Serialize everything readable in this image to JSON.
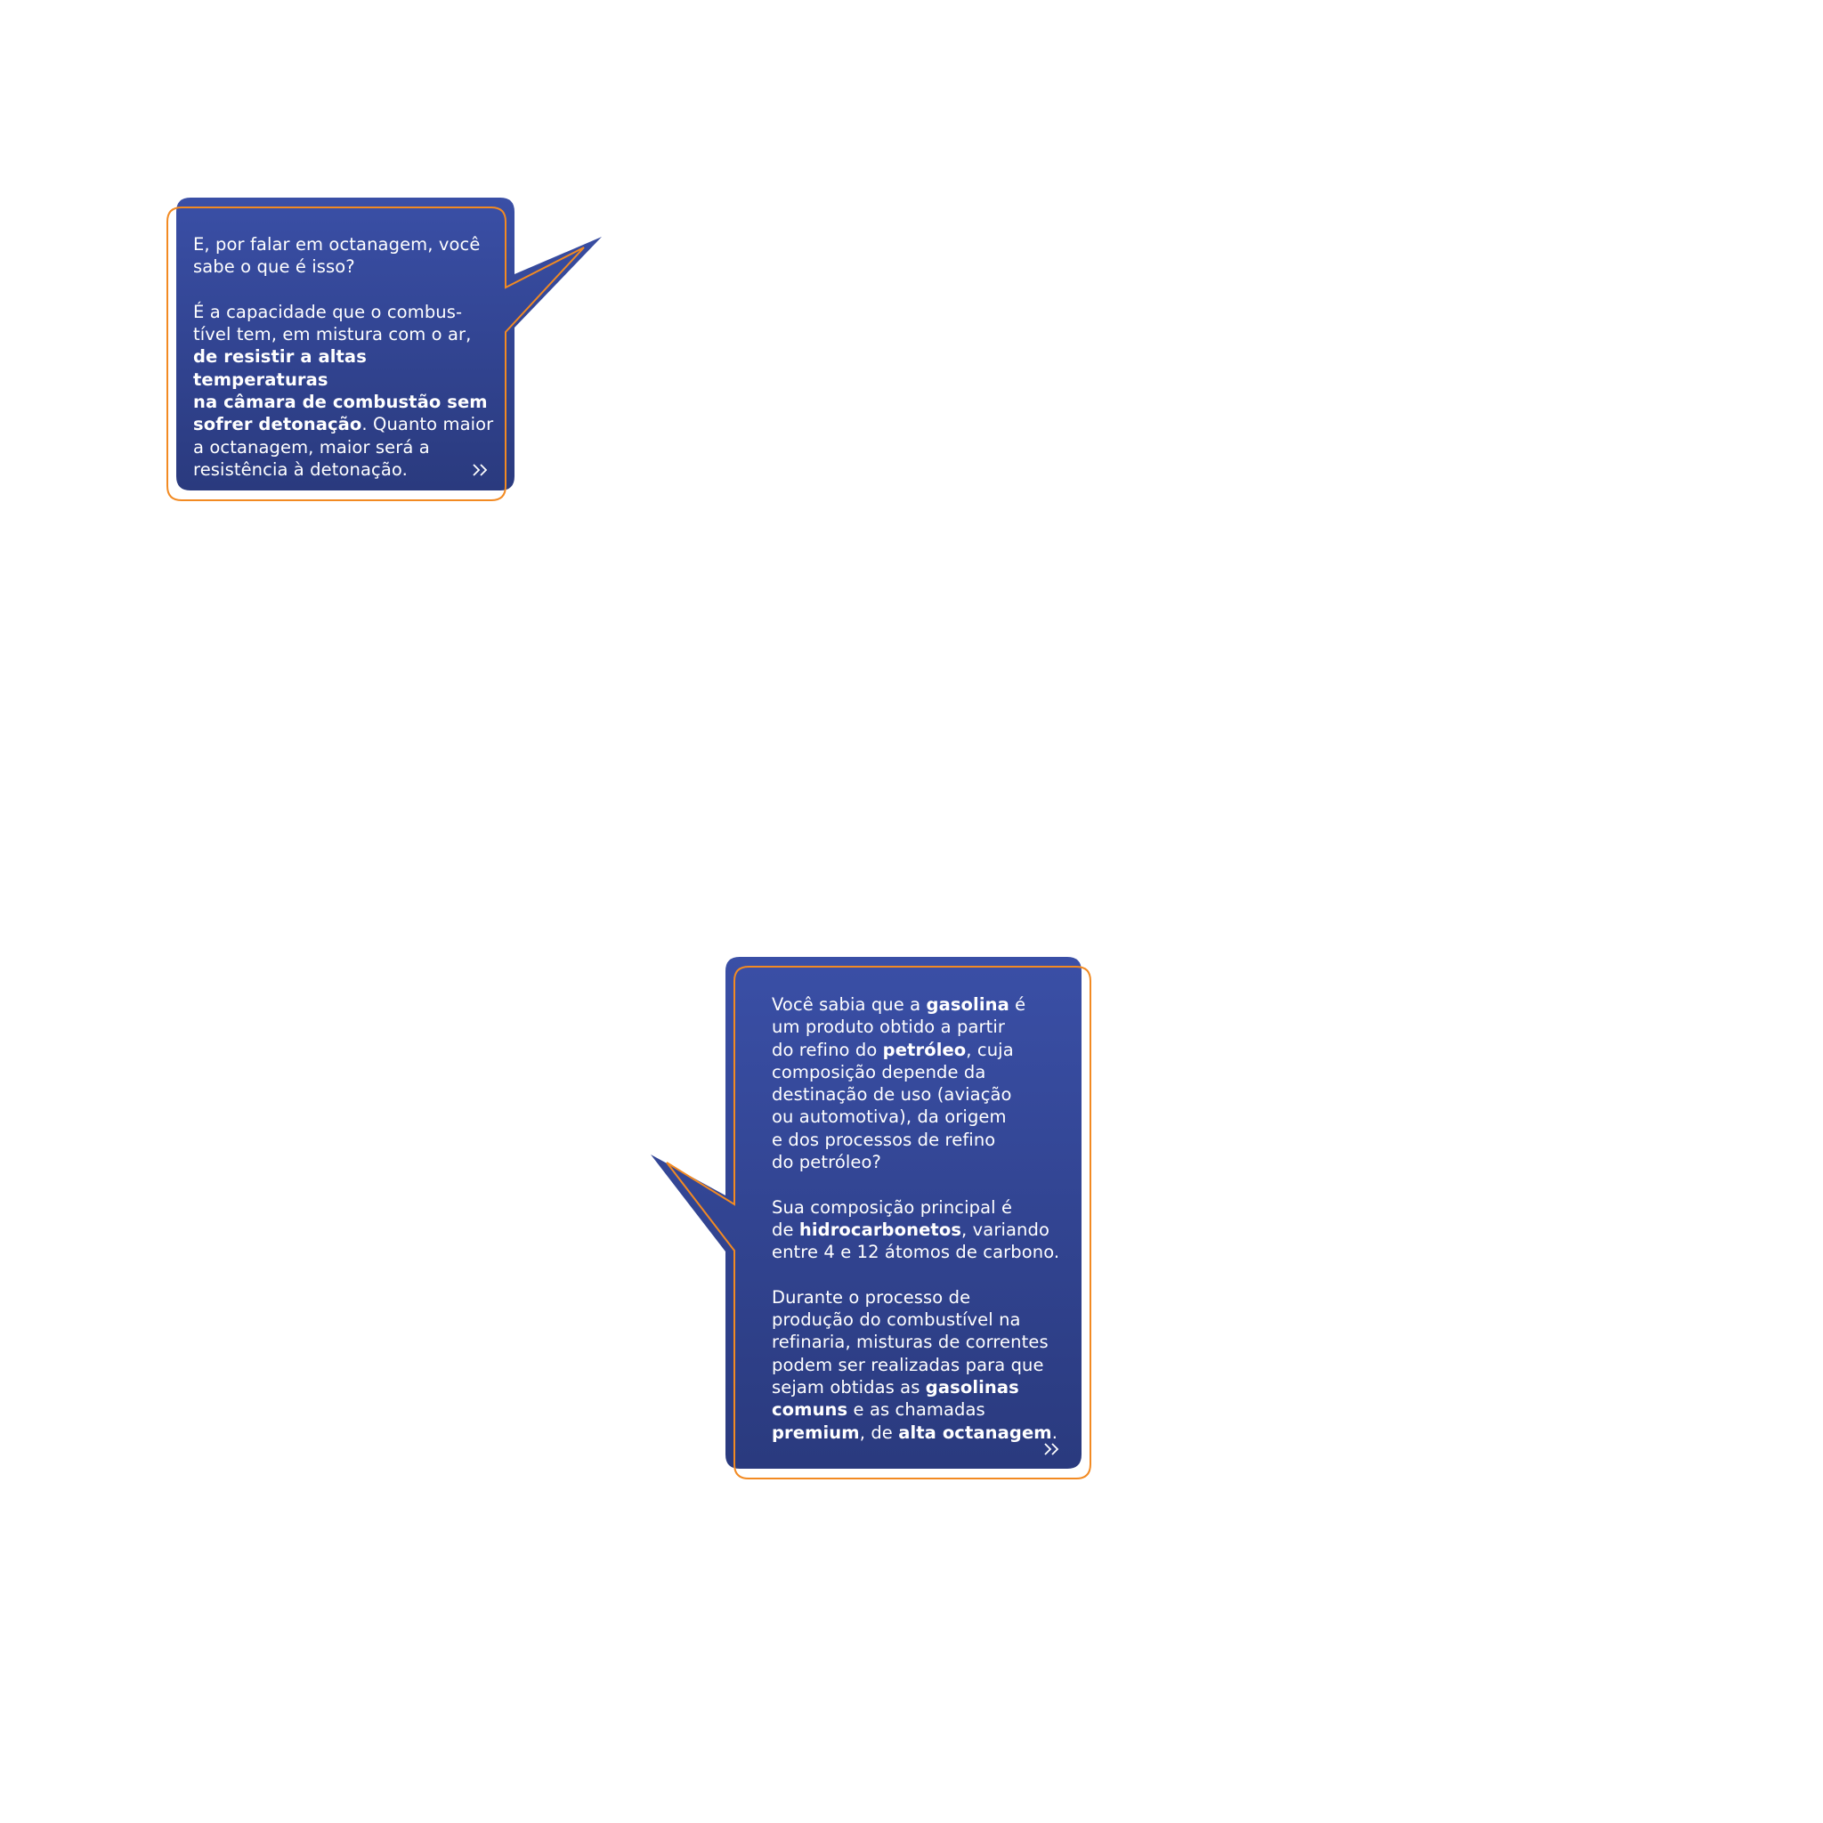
{
  "bubbles": [
    {
      "id": "octane",
      "paragraphs": [
        [
          {
            "t": "E, por falar em octanagem, você"
          },
          {
            "br": true
          },
          {
            "t": "sabe o que é isso?"
          }
        ],
        [
          {
            "t": "É a capacidade que o combus-"
          },
          {
            "br": true
          },
          {
            "t": "tível tem, em mistura com o ar,"
          },
          {
            "br": true
          },
          {
            "t": "de resistir a altas temperaturas",
            "b": true
          },
          {
            "br": true
          },
          {
            "t": "na câmara de combustão sem",
            "b": true
          },
          {
            "br": true
          },
          {
            "t": "sofrer detonação",
            "b": true
          },
          {
            "t": ". Quanto maior"
          },
          {
            "br": true
          },
          {
            "t": "a octanagem, maior será a"
          },
          {
            "br": true
          },
          {
            "t": "resistência à detonação."
          }
        ]
      ],
      "next_icon": "double-chevron-right-icon"
    },
    {
      "id": "gasoline",
      "paragraphs": [
        [
          {
            "t": "Você sabia que a "
          },
          {
            "t": "gasolina",
            "b": true
          },
          {
            "t": " é"
          },
          {
            "br": true
          },
          {
            "t": "um produto obtido a partir"
          },
          {
            "br": true
          },
          {
            "t": "do refino do "
          },
          {
            "t": "petróleo",
            "b": true
          },
          {
            "t": ", cuja"
          },
          {
            "br": true
          },
          {
            "t": "composição depende da"
          },
          {
            "br": true
          },
          {
            "t": "destinação de uso (aviação"
          },
          {
            "br": true
          },
          {
            "t": "ou automotiva), da origem"
          },
          {
            "br": true
          },
          {
            "t": "e dos processos de refino"
          },
          {
            "br": true
          },
          {
            "t": "do petróleo?"
          }
        ],
        [
          {
            "t": "Sua composição principal é"
          },
          {
            "br": true
          },
          {
            "t": "de "
          },
          {
            "t": "hidrocarbonetos",
            "b": true
          },
          {
            "t": ", variando"
          },
          {
            "br": true
          },
          {
            "t": "entre 4 e 12 átomos de carbono."
          }
        ],
        [
          {
            "t": "Durante o processo de"
          },
          {
            "br": true
          },
          {
            "t": "produção do combustível na"
          },
          {
            "br": true
          },
          {
            "t": "refinaria, misturas de correntes"
          },
          {
            "br": true
          },
          {
            "t": "podem ser realizadas para que"
          },
          {
            "br": true
          },
          {
            "t": "sejam obtidas as "
          },
          {
            "t": "gasolinas",
            "b": true
          },
          {
            "br": true
          },
          {
            "t": "comuns",
            "b": true
          },
          {
            "t": " e as chamadas"
          },
          {
            "br": true
          },
          {
            "t": "premium",
            "b": true
          },
          {
            "t": ", de "
          },
          {
            "t": "alta octanagem",
            "b": true
          },
          {
            "t": "."
          }
        ]
      ],
      "next_icon": "double-chevron-right-icon"
    }
  ],
  "colors": {
    "bubble_top": "#3a4fa6",
    "bubble_bottom": "#2a3a7e",
    "outline": "#f28a22",
    "text": "#ffffff"
  }
}
